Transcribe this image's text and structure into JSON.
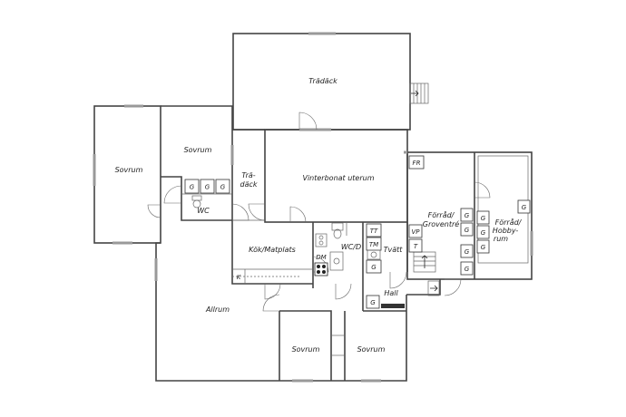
{
  "rooms": {
    "tradack": "Trädäck",
    "sovrum_left": "Sovrum",
    "sovrum_top": "Sovrum",
    "tradack_small_1": "Trä-",
    "tradack_small_2": "däck",
    "vinterbonat": "Vinterbonat uterum",
    "wc": "WC",
    "kok": "Kök/Matplats",
    "wcd": "WC/D",
    "tvatt": "Tvätt",
    "forrad_1": "Förråd/",
    "forrad_2": "Groventré",
    "hobby_1": "Förråd/",
    "hobby_2": "Hobby-",
    "hobby_3": "rum",
    "allrum": "Allrum",
    "hall": "Hall",
    "sovrum_b1": "Sovrum",
    "sovrum_b2": "Sovrum"
  },
  "fixtures": {
    "g": "G",
    "fr": "FR",
    "tt": "TT",
    "tm": "TM",
    "vp": "VP",
    "t": "T",
    "dm": "DM",
    "k": "K"
  }
}
